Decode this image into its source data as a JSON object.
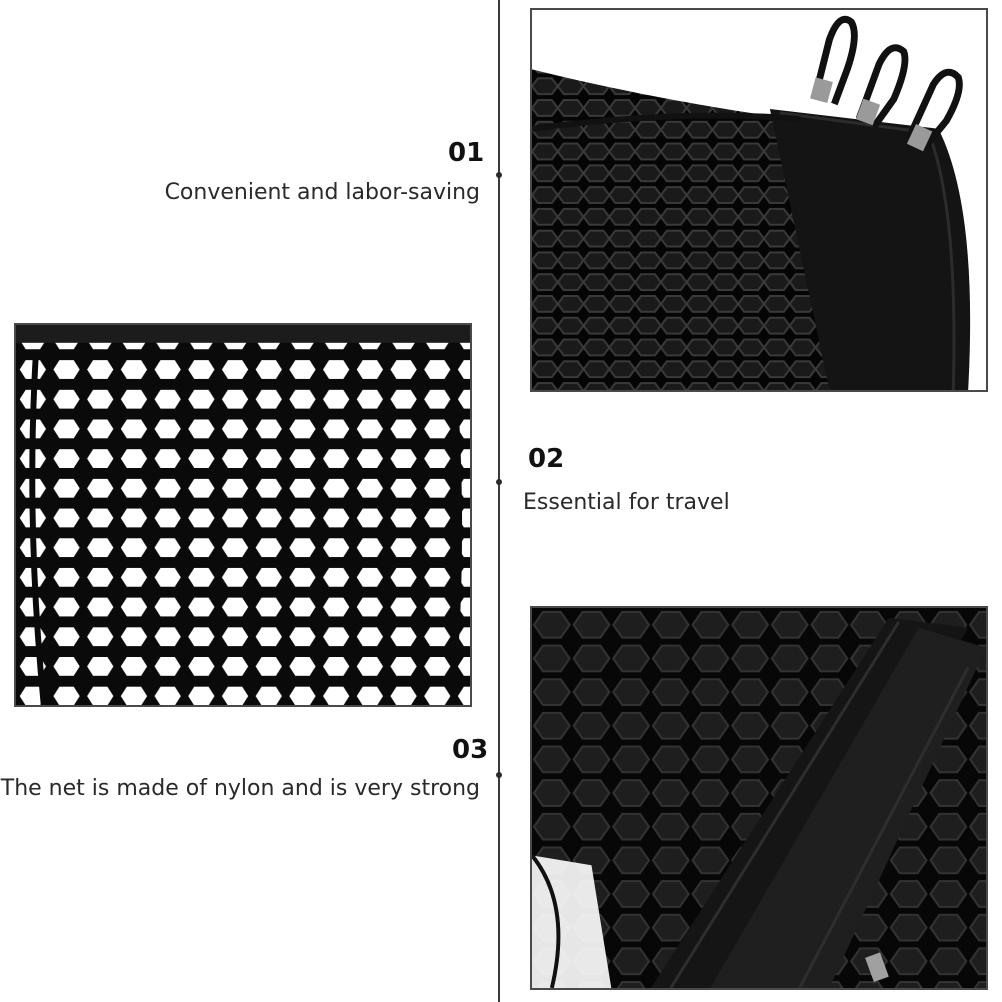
{
  "features": [
    {
      "number": "01",
      "caption": "Convenient and labor-saving"
    },
    {
      "number": "02",
      "caption": "Essential for travel"
    },
    {
      "number": "03",
      "caption": "The net is made of nylon and is very strong"
    }
  ],
  "photos": [
    {
      "subject": "net-with-hooks-photo"
    },
    {
      "subject": "net-mesh-closeup-photo"
    },
    {
      "subject": "net-strap-closeup-photo"
    }
  ],
  "colors": {
    "net": "#0b0b0b",
    "background": "#ffffff",
    "divider": "#3a3a3a"
  }
}
